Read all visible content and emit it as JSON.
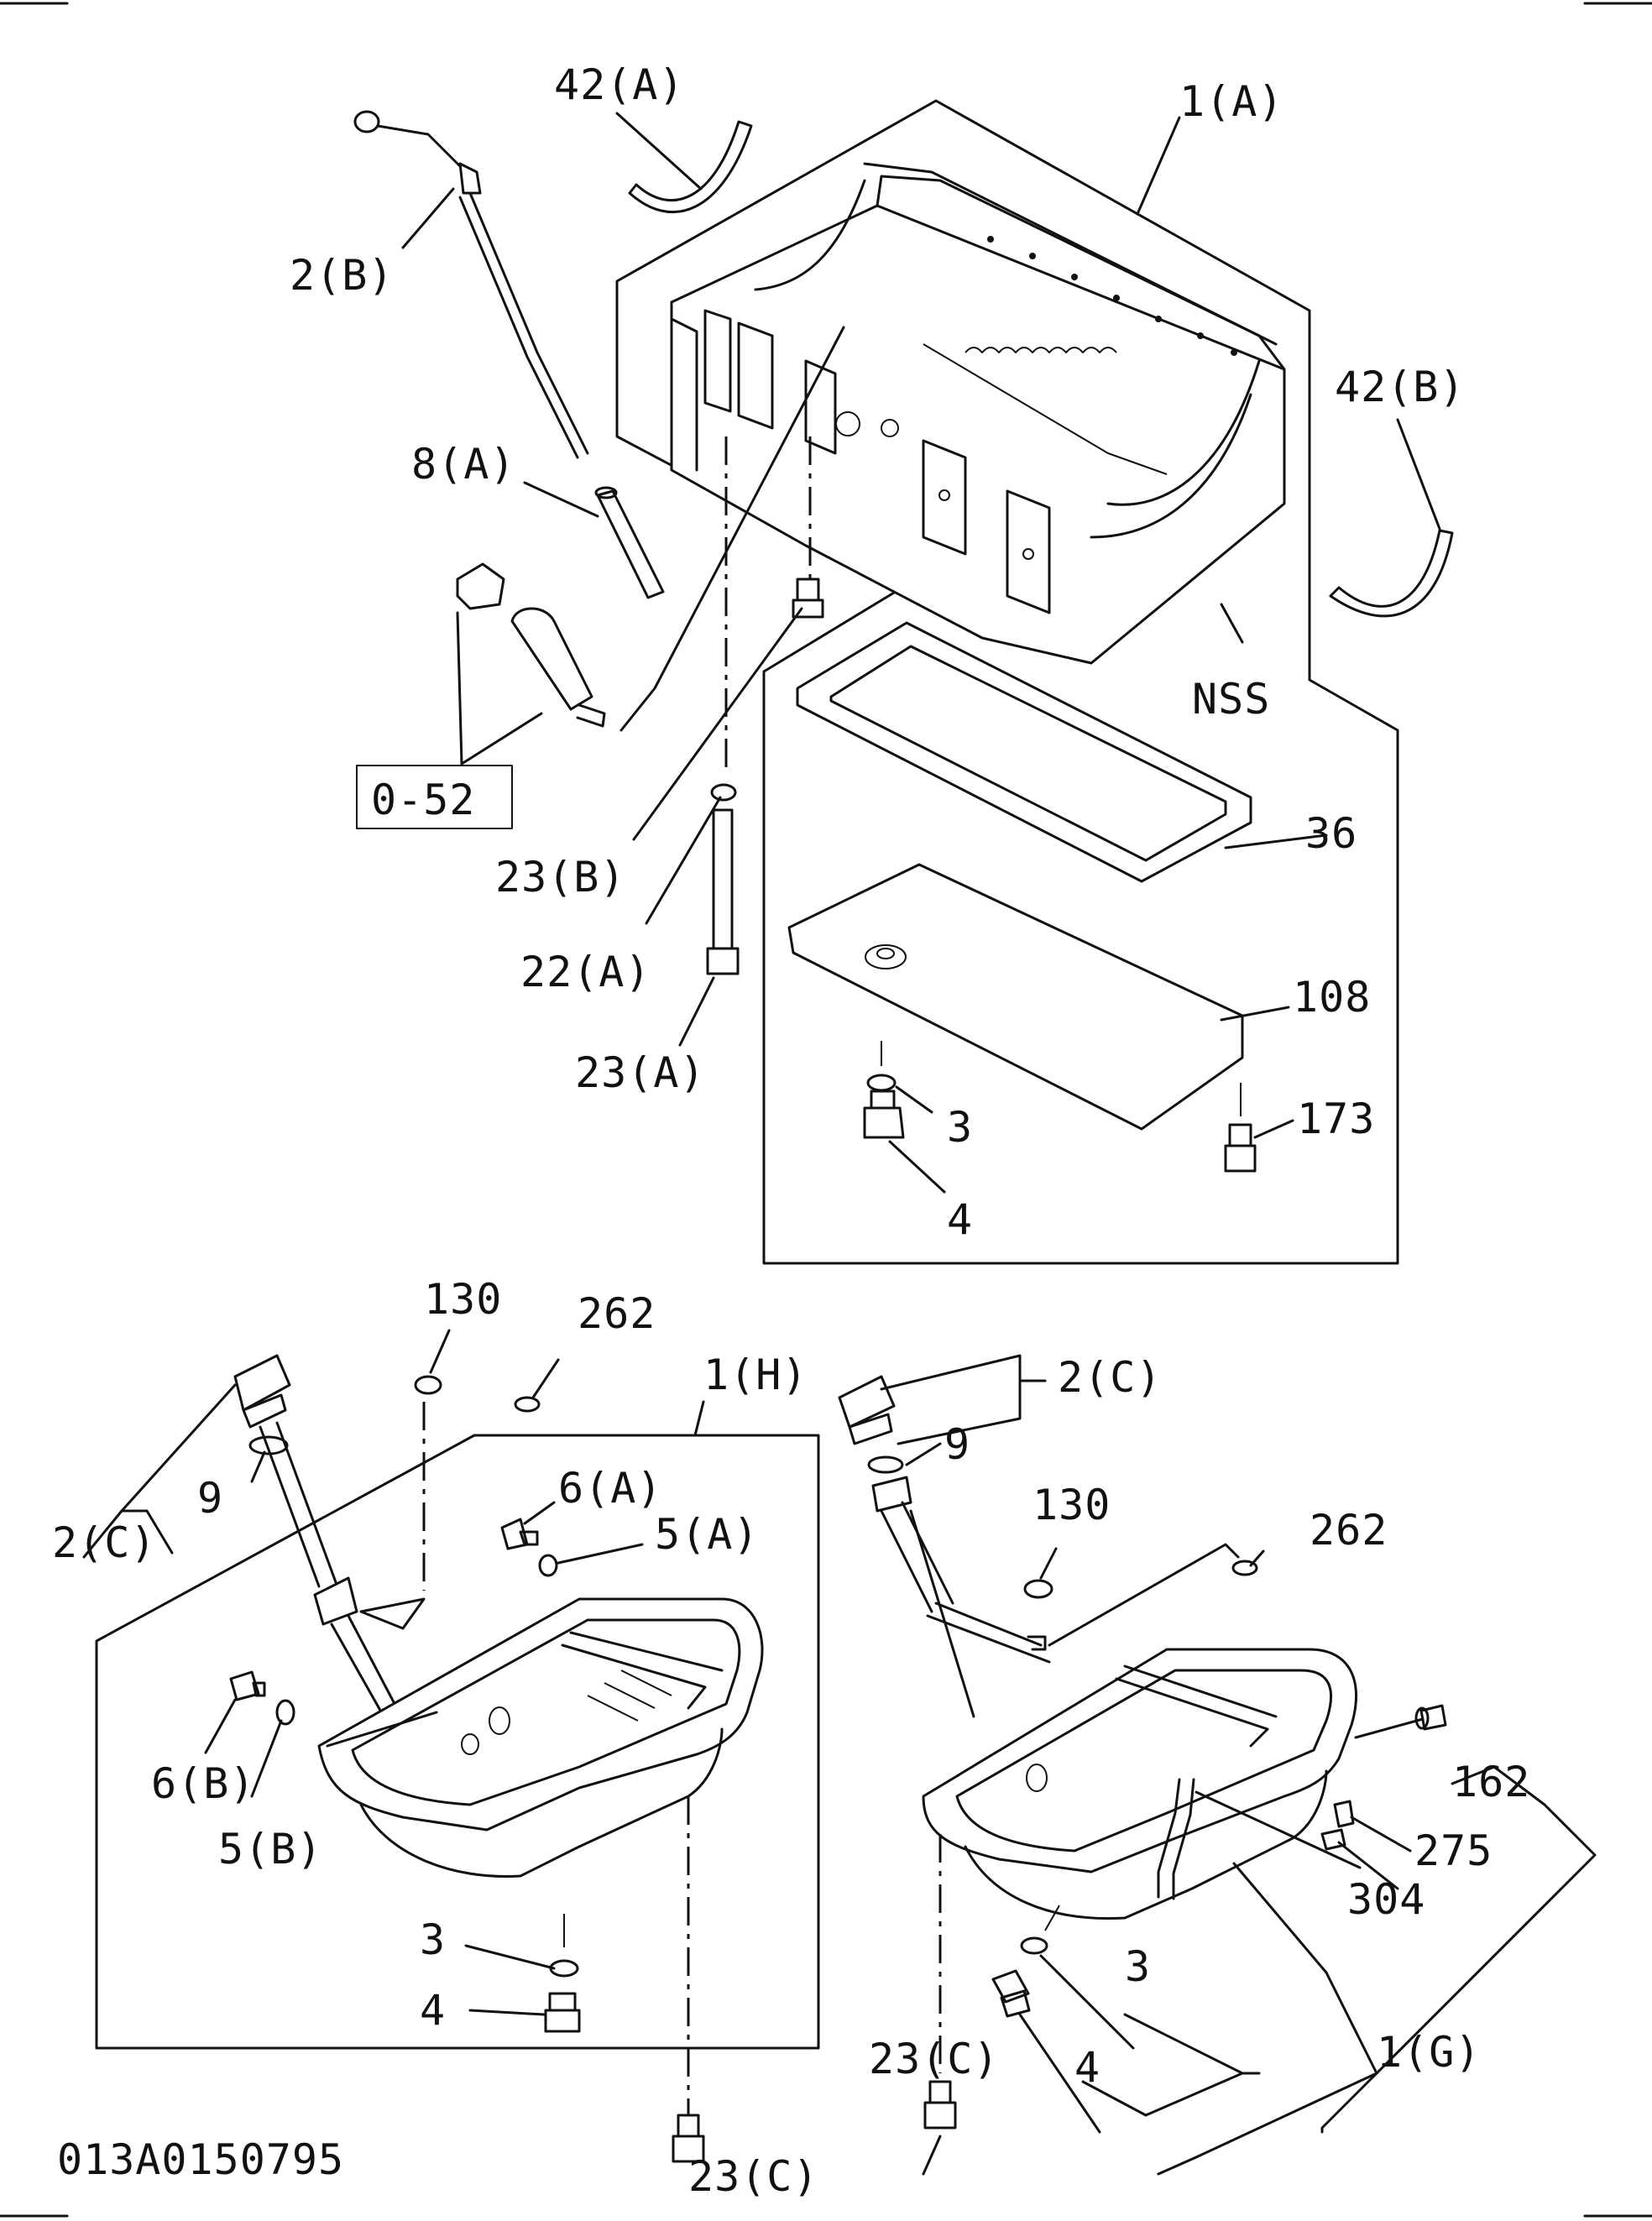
{
  "diagram_id": "013A0150795",
  "reference_box": "0-52",
  "labels": {
    "l42a": "42(A)",
    "l1a": "1(A)",
    "l2b": "2(B)",
    "l42b": "42(B)",
    "l8a": "8(A)",
    "lnss": "NSS",
    "l23b": "23(B)",
    "l36": "36",
    "l22a": "22(A)",
    "l108": "108",
    "l23a": "23(A)",
    "l3top": "3",
    "l173": "173",
    "l4top": "4",
    "l130left": "130",
    "l262left": "262",
    "l1h": "1(H)",
    "l2cleft": "2(C)",
    "l9left": "9",
    "l6a": "6(A)",
    "l5a": "5(A)",
    "l6b": "6(B)",
    "l5b": "5(B)",
    "l3left": "3",
    "l4left": "4",
    "l23cleft": "23(C)",
    "l2cright": "2(C)",
    "l9right": "9",
    "l130right": "130",
    "l262right": "262",
    "l162": "162",
    "l275": "275",
    "l304": "304",
    "l3right": "3",
    "l23cright": "23(C)",
    "l4right": "4",
    "l1g": "1(G)"
  }
}
